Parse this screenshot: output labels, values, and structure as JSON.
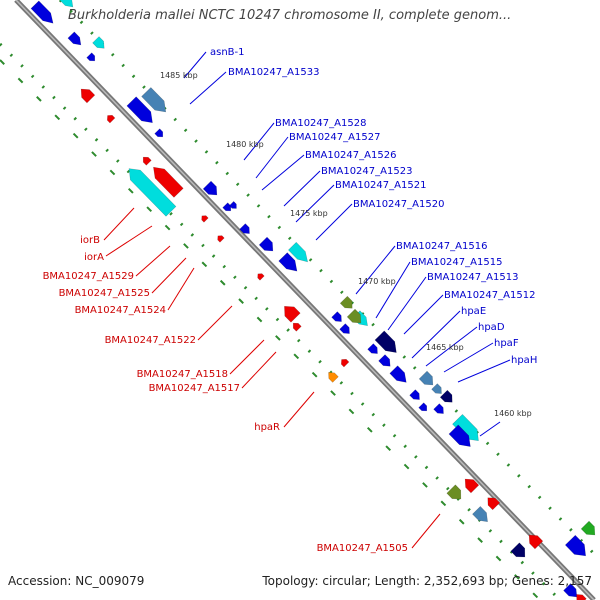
{
  "title": "Burkholderia mallei NCTC 10247 chromosome II, complete genom...",
  "footer": {
    "accession": "Accession: NC_009079",
    "topology": "Topology: circular; Length: 2,352,693 bp; Genes: 2,157"
  },
  "kbp_ticks": [
    "1485 kbp",
    "1480 kbp",
    "1475 kbp",
    "1470 kbp",
    "1465 kbp",
    "1460 kbp"
  ],
  "labels_blue": [
    "asnB-1",
    "BMA10247_A1533",
    "BMA10247_A1528",
    "BMA10247_A1527",
    "BMA10247_A1526",
    "BMA10247_A1523",
    "BMA10247_A1521",
    "BMA10247_A1520",
    "BMA10247_A1516",
    "BMA10247_A1515",
    "BMA10247_A1513",
    "BMA10247_A1512",
    "hpaE",
    "hpaD",
    "hpaF",
    "hpaH"
  ],
  "labels_red": [
    "iorB",
    "iorA",
    "BMA10247_A1529",
    "BMA10247_A1525",
    "BMA10247_A1524",
    "BMA10247_A1522",
    "BMA10247_A1518",
    "BMA10247_A1517",
    "hpaR",
    "BMA10247_A1505"
  ],
  "colors": {
    "forward": "#0000dd",
    "reverse": "#ee0000",
    "cyan": "#00dddd",
    "steel": "#4682b4",
    "olive": "#6b8e23",
    "navy": "#000066",
    "orange": "#ff8c00",
    "backbone": "#777777"
  }
}
